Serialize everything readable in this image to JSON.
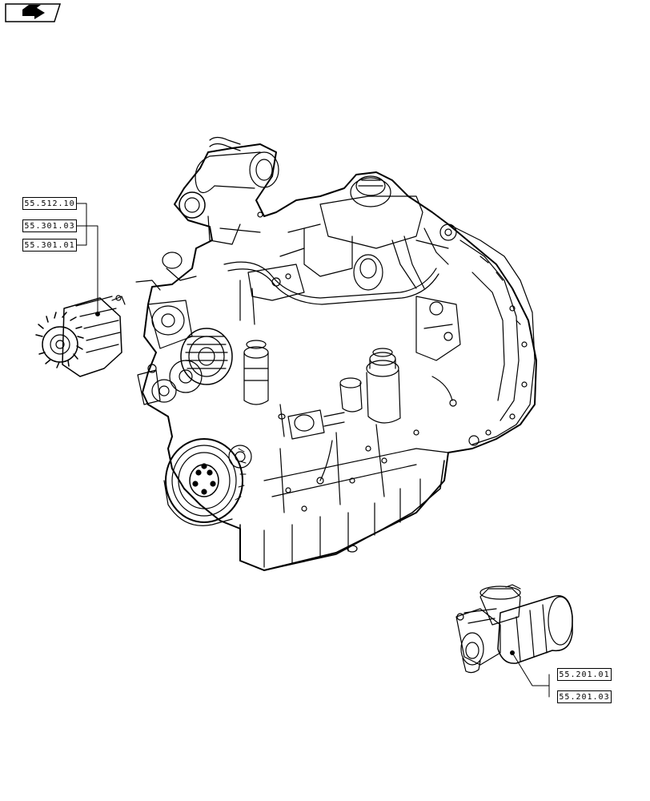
{
  "nav": {
    "icon": "arrow-page-nav-icon"
  },
  "callouts": {
    "alternator": [
      "55.512.10",
      "55.301.03",
      "55.301.01"
    ],
    "starter": [
      "55.201.01",
      "55.201.03"
    ]
  },
  "colors": {
    "line": "#000000",
    "background": "#ffffff"
  }
}
